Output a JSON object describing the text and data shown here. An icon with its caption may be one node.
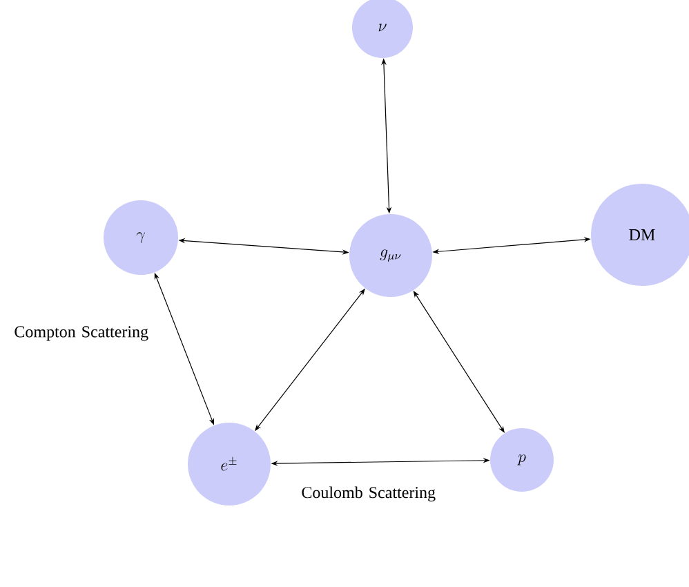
{
  "diagram": {
    "nodes": [
      {
        "text": [
          "\\nu"
        ]
      },
      {
        "text": [
          "\\gamma"
        ]
      },
      {
        "text": [
          "g_{\\mu\\nu}"
        ]
      },
      {
        "text": [
          "\\mathrm{DM}"
        ]
      },
      {
        "text": [
          "e^{\\pm}"
        ]
      },
      {
        "text": [
          "p"
        ]
      }
    ],
    "edges": [
      {
        "from": 0,
        "to": 2,
        "arrow": "both"
      },
      {
        "from": 1,
        "to": 2,
        "arrow": "both"
      },
      {
        "from": 2,
        "to": 3,
        "arrow": "both"
      },
      {
        "from": 1,
        "to": 4,
        "arrow": "both",
        "label": "Compton Scattering"
      },
      {
        "from": 2,
        "to": 4,
        "arrow": "both"
      },
      {
        "from": 2,
        "to": 5,
        "arrow": "both"
      },
      {
        "from": 4,
        "to": 5,
        "arrow": "both",
        "label": "Coulomb Scattering"
      }
    ]
  }
}
